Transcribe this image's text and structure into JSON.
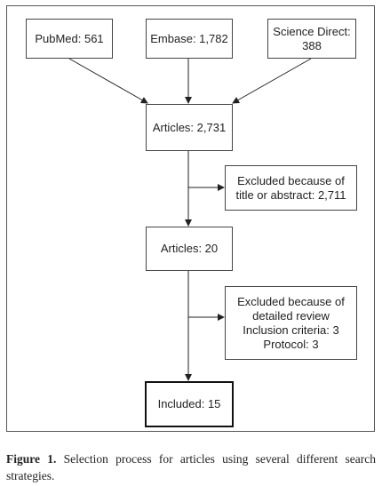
{
  "diagram": {
    "sources": [
      {
        "label": "PubMed: 561"
      },
      {
        "label": "Embase: 1,782"
      },
      {
        "label": "Science Direct:\n388"
      }
    ],
    "articles_initial": "Articles: 2,731",
    "excluded_1": "Excluded because of\ntitle or abstract: 2,711",
    "articles_after": "Articles: 20",
    "excluded_2": "Excluded because of\ndetailed review\nInclusion criteria: 3\nProtocol: 3",
    "included": "Included: 15"
  },
  "caption": {
    "label": "Figure 1.",
    "text": " Selection process for articles using several different search strategies."
  }
}
